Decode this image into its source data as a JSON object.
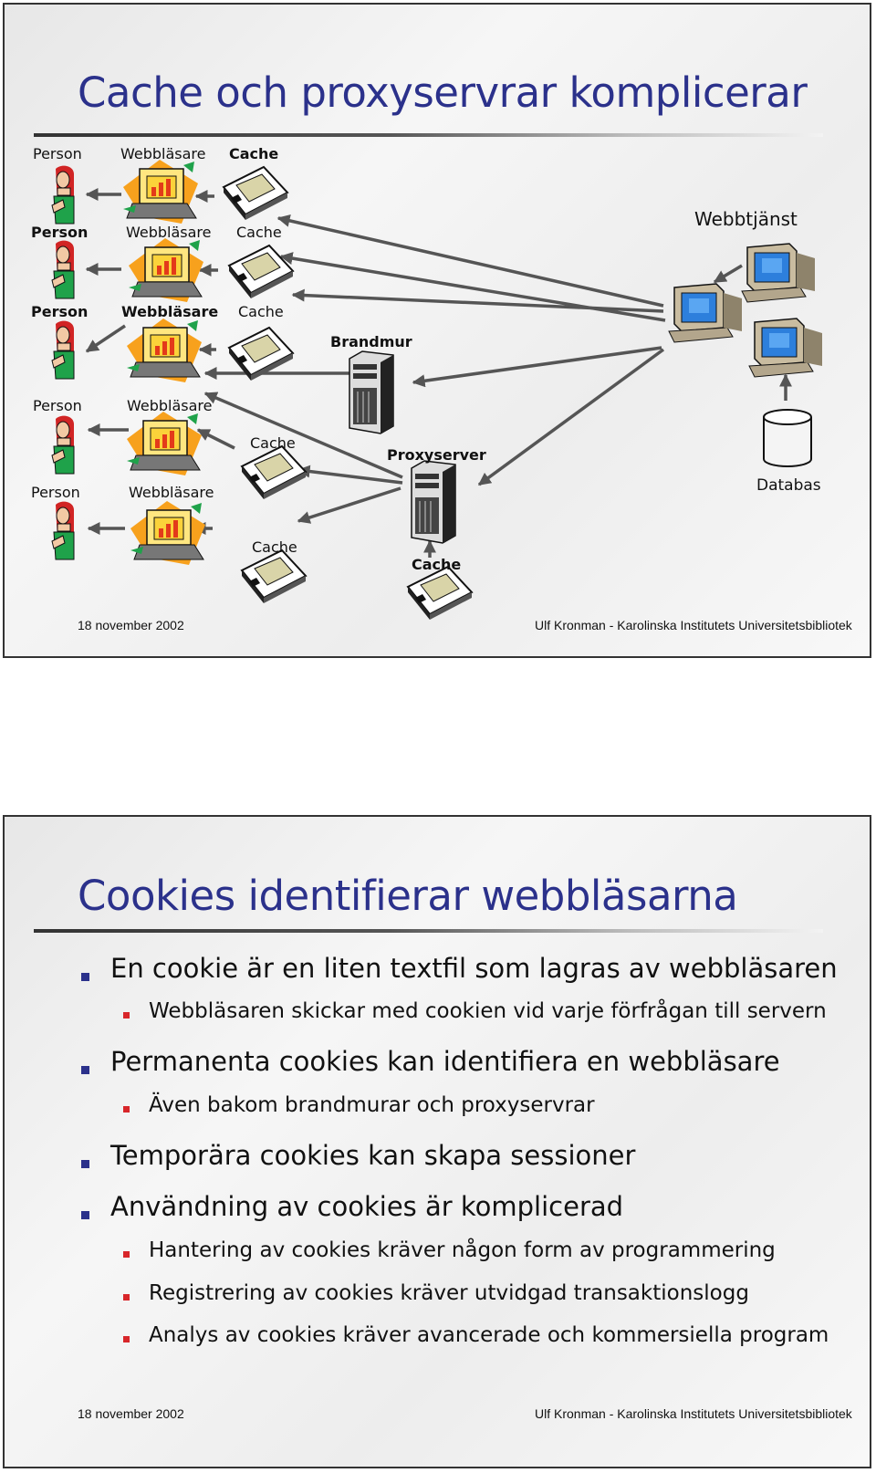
{
  "slide1": {
    "title": "Cache och proxyservrar komplicerar",
    "labels": {
      "row1": {
        "person": "Person",
        "browser": "Webbläsare",
        "cache": "Cache"
      },
      "row2": {
        "person": "Person",
        "browser": "Webbläsare",
        "cache": "Cache"
      },
      "row3": {
        "person": "Person",
        "browser": "Webbläsare",
        "cache": "Cache"
      },
      "row4": {
        "person": "Person",
        "browser": "Webbläsare",
        "cache": "Cache"
      },
      "row5": {
        "person": "Person",
        "browser": "Webbläsare",
        "cache": "Cache"
      },
      "firewall": "Brandmur",
      "proxy": "Proxyserver",
      "proxy_cache": "Cache",
      "webservice": "Webbtjänst",
      "database": "Databas"
    },
    "footer": {
      "date": "18 november 2002",
      "credit": "Ulf Kronman - Karolinska Institutets Universitetsbibliotek"
    }
  },
  "slide2": {
    "title": "Cookies identifierar webbläsarna",
    "bullets": [
      {
        "level": 1,
        "text": "En cookie är en liten textfil som lagras av webbläsaren"
      },
      {
        "level": 2,
        "text": "Webbläsaren skickar med cookien vid varje förfrågan till servern"
      },
      {
        "level": 1,
        "text": "Permanenta cookies kan identifiera en webbläsare"
      },
      {
        "level": 2,
        "text": "Även bakom brandmurar och proxyservrar"
      },
      {
        "level": 1,
        "text": "Temporära cookies kan skapa sessioner"
      },
      {
        "level": 1,
        "text": "Användning av cookies är komplicerad"
      },
      {
        "level": 2,
        "text": "Hantering av cookies kräver någon form av programmering"
      },
      {
        "level": 2,
        "text": "Registrering av cookies kräver utvidgad transaktionslogg"
      },
      {
        "level": 2,
        "text": "Analys av cookies kräver avancerade och kommersiella program"
      }
    ],
    "footer": {
      "date": "18 november 2002",
      "credit": "Ulf Kronman - Karolinska Institutets Universitetsbibliotek"
    }
  }
}
